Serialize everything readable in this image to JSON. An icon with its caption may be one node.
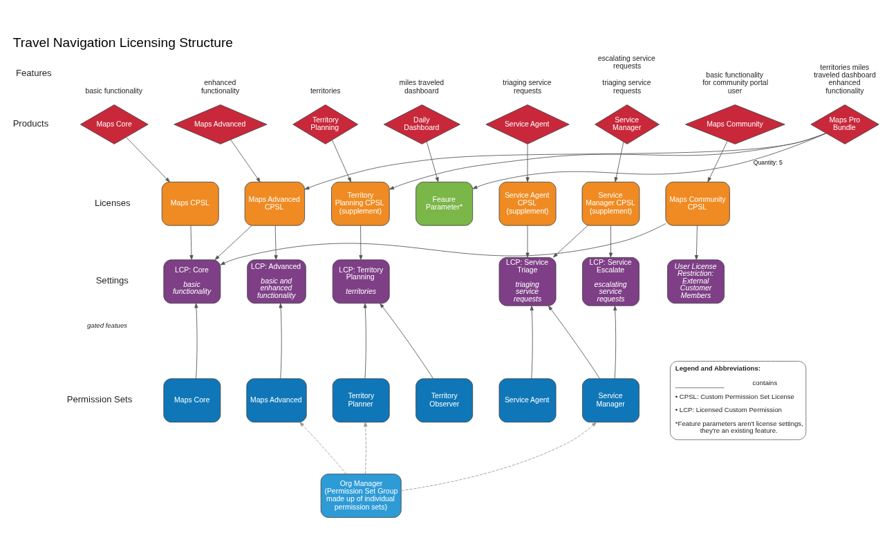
{
  "diagram": {
    "title": "Travel Navigation Licensing Structure",
    "nodes": [
      {
        "text": [
          "Maps Core"
        ],
        "beside": [
          "basic functionality"
        ]
      },
      {
        "text": [
          "Maps Advanced"
        ],
        "beside": [
          "enhanced functionality"
        ]
      },
      {
        "text": [
          "Territory Planning"
        ],
        "beside": [
          "territories"
        ]
      },
      {
        "text": [
          "Daily Dashboard"
        ],
        "beside": [
          "miles traveled dashboard"
        ]
      },
      {
        "text": [
          "Service Agent"
        ],
        "beside": [
          "triaging service requests"
        ]
      },
      {
        "text": [
          "Service Manager"
        ],
        "beside": [
          "escalating service requests",
          "triaging service requests"
        ]
      },
      {
        "text": [
          "Maps Community"
        ],
        "beside": [
          "basic functionality for community portal user"
        ]
      },
      {
        "text": [
          "Maps Pro Bundle"
        ],
        "beside": [
          "territories miles traveled dashboard enhanced functionality"
        ]
      },
      {
        "text": [
          "Maps CPSL"
        ]
      },
      {
        "text": [
          "Maps Advanced CPSL"
        ]
      },
      {
        "text": [
          "Territory Planning CPSL",
          "(supplement)"
        ]
      },
      {
        "text": [
          "Feaure Parameter*"
        ]
      },
      {
        "text": [
          "Service Agent CPSL",
          "(supplement)"
        ]
      },
      {
        "text": [
          "Service Manager CPSL",
          "(supplement)"
        ]
      },
      {
        "text": [
          "Maps Community CPSL"
        ]
      },
      {
        "text": [
          "LCP: Core",
          "basic functionality"
        ]
      },
      {
        "text": [
          "LCP: Advanced",
          "basic and enhanced functionality"
        ]
      },
      {
        "text": [
          "LCP: Territory Planning",
          "territories"
        ]
      },
      {
        "text": [
          "LCP: Service Triage",
          "triaging service requests"
        ]
      },
      {
        "text": [
          "LCP: Service Escalate",
          "escalating service requests"
        ]
      },
      {
        "text": [
          "User License Restriction: External Customer Members"
        ]
      },
      {
        "text": [
          "Maps Core"
        ]
      },
      {
        "text": [
          "Maps Advanced"
        ]
      },
      {
        "text": [
          "Territory Planner"
        ]
      },
      {
        "text": [
          "Territory Observer"
        ]
      },
      {
        "text": [
          "Service Agent"
        ]
      },
      {
        "text": [
          "Service Manager"
        ]
      },
      {
        "text": [
          "Org Manager",
          "(Permission Set Group made up of individual permission sets)"
        ]
      }
    ],
    "edges": [
      {
        "from": 0,
        "to": 8,
        "arrow": "to"
      },
      {
        "from": 1,
        "to": 9,
        "arrow": "to"
      },
      {
        "from": 2,
        "to": 10,
        "arrow": "to"
      },
      {
        "from": 3,
        "to": 11,
        "arrow": "to"
      },
      {
        "from": 4,
        "to": 12,
        "arrow": "to"
      },
      {
        "from": 5,
        "to": 13,
        "arrow": "to"
      },
      {
        "from": 6,
        "to": 14,
        "arrow": "to"
      },
      {
        "from": 7,
        "to": 9,
        "arrow": "to"
      },
      {
        "from": 7,
        "to": 10,
        "arrow": "to"
      },
      {
        "from": 7,
        "to": 11,
        "arrow": "to",
        "label": "Quantity: 5"
      },
      {
        "from": 8,
        "to": 15,
        "arrow": "to"
      },
      {
        "from": 9,
        "to": 15,
        "arrow": "to"
      },
      {
        "from": 9,
        "to": 16,
        "arrow": "to"
      },
      {
        "from": 10,
        "to": 17,
        "arrow": "to"
      },
      {
        "from": 14,
        "to": 15,
        "arrow": "to"
      },
      {
        "from": 12,
        "to": 18,
        "arrow": "to"
      },
      {
        "from": 13,
        "to": 18,
        "arrow": "to"
      },
      {
        "from": 13,
        "to": 19,
        "arrow": "to"
      },
      {
        "from": 14,
        "to": 20,
        "arrow": "to"
      },
      {
        "from": 21,
        "to": 15,
        "arrow": "to"
      },
      {
        "from": 22,
        "to": 16,
        "arrow": "to"
      },
      {
        "from": 23,
        "to": 17,
        "arrow": "to"
      },
      {
        "from": 24,
        "to": 17,
        "arrow": "to"
      },
      {
        "from": 25,
        "to": 18,
        "arrow": "to"
      },
      {
        "from": 26,
        "to": 18,
        "arrow": "to"
      },
      {
        "from": 26,
        "to": 19,
        "arrow": "to"
      },
      {
        "from": 27,
        "to": 22,
        "arrow": "to",
        "style": "dashed",
        "color": "#999999"
      },
      {
        "from": 27,
        "to": 23,
        "arrow": "to",
        "style": "dashed",
        "color": "#999999"
      },
      {
        "from": 27,
        "to": 26,
        "arrow": "to",
        "style": "dashed",
        "color": "#999999"
      }
    ],
    "labels": [
      "Features",
      "Products",
      "Licenses",
      "Settings",
      "gated featues",
      "Permission Sets",
      "Legend and Abbreviations:",
      "• CPSL: Custom Permission Set License",
      "• LCP: Licensed Custom Permission",
      "*Feature parameters aren't license settings, they're an existing feature."
    ],
    "legend": [
      {
        "text": "contains"
      }
    ]
  }
}
